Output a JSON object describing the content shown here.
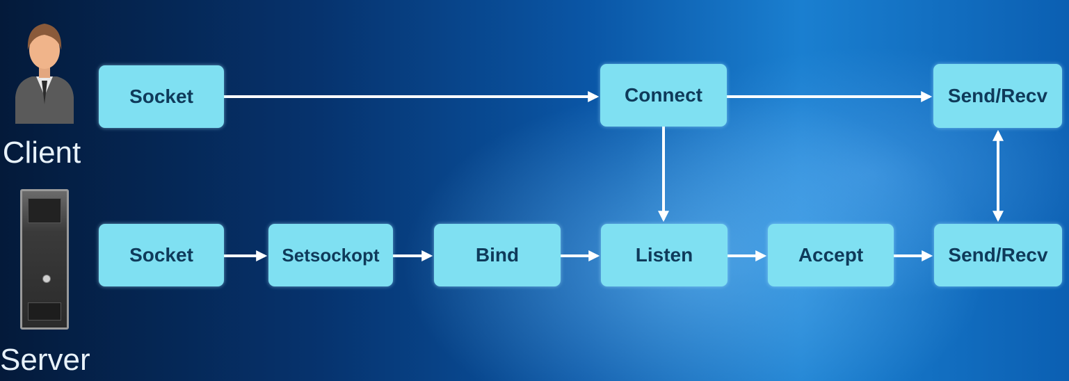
{
  "roles": {
    "client": "Client",
    "server": "Server"
  },
  "nodes": {
    "client_socket": "Socket",
    "client_connect": "Connect",
    "client_sendrecv": "Send/Recv",
    "server_socket": "Socket",
    "server_setsockopt": "Setsockopt",
    "server_bind": "Bind",
    "server_listen": "Listen",
    "server_accept": "Accept",
    "server_sendrecv": "Send/Recv"
  },
  "colors": {
    "node_fill": "#7fe0f2",
    "node_text": "#0f3a5a",
    "arrow": "#ffffff"
  }
}
